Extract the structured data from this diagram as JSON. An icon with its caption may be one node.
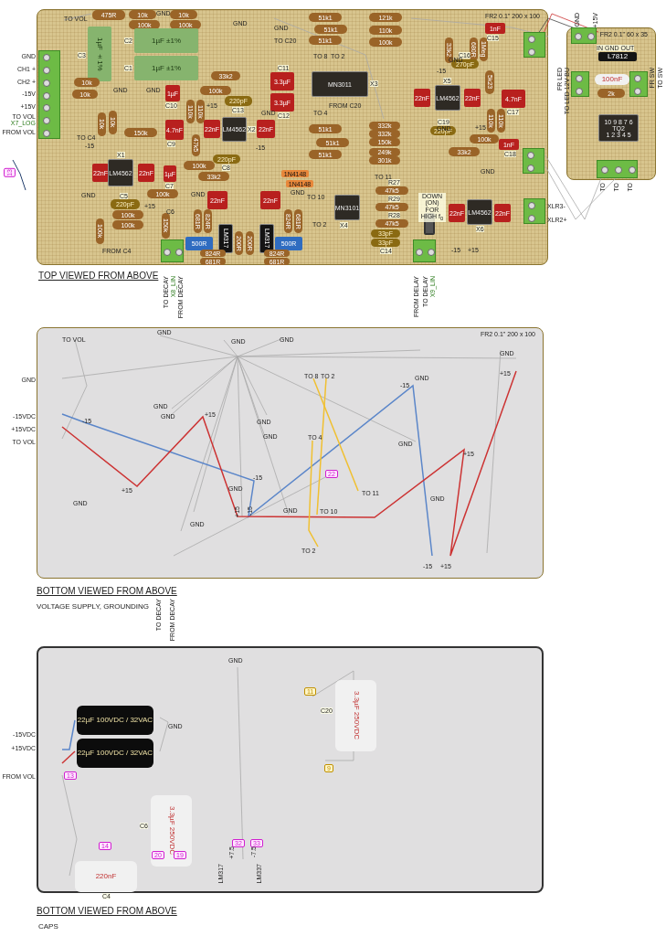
{
  "diagram": {
    "nodes": [
      {
        "text": [
          "FR2 0.1\" 200 x 100"
        ]
      },
      {
        "text": [
          "475R"
        ],
        "in": 0
      },
      {
        "text": [
          "10k"
        ],
        "in": 0
      },
      {
        "text": [
          "100k"
        ],
        "in": 0
      },
      {
        "text": [
          "10k"
        ],
        "in": 0
      },
      {
        "text": [
          "100k"
        ],
        "in": 0
      },
      {
        "text": [
          "1µF ±1%"
        ],
        "in": 0,
        "beside": [
          "C3"
        ]
      },
      {
        "text": [
          "1µF ±1%"
        ],
        "in": 0,
        "beside": [
          "C2"
        ]
      },
      {
        "text": [
          "1µF ±1%"
        ],
        "in": 0,
        "beside": [
          "C1"
        ]
      },
      {
        "text": [
          "33k2"
        ],
        "in": 0
      },
      {
        "text": [
          "1µF"
        ],
        "in": 0,
        "beside": [
          "C10"
        ]
      },
      {
        "text": [
          "100k"
        ],
        "in": 0
      },
      {
        "text": [
          "220pF"
        ],
        "in": 0,
        "beside": [
          "C13"
        ]
      },
      {
        "text": [
          "110k"
        ],
        "in": 0
      },
      {
        "text": [
          "110k"
        ],
        "in": 0
      },
      {
        "text": [
          "4.7nF"
        ],
        "in": 0,
        "beside": [
          "C9"
        ]
      },
      {
        "text": [
          "22nF"
        ],
        "in": 0
      },
      {
        "text": [
          "LM4562"
        ],
        "in": 0,
        "beside": [
          "X2"
        ]
      },
      {
        "text": [
          "22nF"
        ],
        "in": 0
      },
      {
        "text": [
          "47k5"
        ],
        "in": 0
      },
      {
        "text": [
          "3.3µF"
        ],
        "in": 0,
        "beside": [
          "C11"
        ]
      },
      {
        "text": [
          "3.3µF"
        ],
        "in": 0,
        "beside": [
          "C12"
        ]
      },
      {
        "text": [
          "MN3011"
        ],
        "in": 0,
        "beside": [
          "X3"
        ]
      },
      {
        "text": [
          "51k1"
        ],
        "in": 0
      },
      {
        "text": [
          "51k1"
        ],
        "in": 0
      },
      {
        "text": [
          "51k1"
        ],
        "in": 0
      },
      {
        "text": [
          "121k"
        ],
        "in": 0
      },
      {
        "text": [
          "110k"
        ],
        "in": 0
      },
      {
        "text": [
          "100k"
        ],
        "in": 0
      },
      {
        "text": [
          "51k1"
        ],
        "in": 0
      },
      {
        "text": [
          "332k"
        ],
        "in": 0
      },
      {
        "text": [
          "332k"
        ],
        "in": 0
      },
      {
        "text": [
          "51k1"
        ],
        "in": 0
      },
      {
        "text": [
          "150k"
        ],
        "in": 0
      },
      {
        "text": [
          "51k1"
        ],
        "in": 0
      },
      {
        "text": [
          "249k"
        ],
        "in": 0
      },
      {
        "text": [
          "301k"
        ],
        "in": 0
      },
      {
        "text": [
          "1N4148"
        ],
        "in": 0
      },
      {
        "text": [
          "1N4148"
        ],
        "in": 0
      },
      {
        "text": [
          "MN3101"
        ],
        "in": 0,
        "beside": [
          "X4"
        ]
      },
      {
        "text": [
          "47k5"
        ],
        "in": 0,
        "beside": [
          "R27"
        ]
      },
      {
        "text": [
          "47k5"
        ],
        "in": 0,
        "beside": [
          "R29"
        ]
      },
      {
        "text": [
          "47k5"
        ],
        "in": 0,
        "beside": [
          "R28"
        ]
      },
      {
        "text": [
          "33pF"
        ],
        "in": 0
      },
      {
        "text": [
          "33pF"
        ],
        "in": 0,
        "beside": [
          "C14"
        ]
      },
      {
        "text": [],
        "shape": "box",
        "in": 0,
        "beside": [
          "DOWN (ON) FOR HIGH f$_{0}$"
        ]
      },
      {
        "text": [
          "22nF"
        ],
        "in": 0
      },
      {
        "text": [
          "LM4562"
        ],
        "in": 0,
        "beside": [
          "X1"
        ]
      },
      {
        "text": [
          "22nF"
        ],
        "in": 0
      },
      {
        "text": [
          "1µF"
        ],
        "in": 0,
        "beside": [
          "C7"
        ]
      },
      {
        "text": [
          "100k"
        ],
        "in": 0
      },
      {
        "text": [
          "33k2"
        ],
        "in": 0
      },
      {
        "text": [
          "220pF"
        ],
        "in": 0,
        "beside": [
          "C8"
        ]
      },
      {
        "text": [
          "100k"
        ],
        "in": 0
      },
      {
        "text": [
          "220pF"
        ],
        "in": 0,
        "beside": [
          "C5"
        ]
      },
      {
        "text": [
          "100k"
        ],
        "in": 0
      },
      {
        "text": [
          "100k"
        ],
        "in": 0
      },
      {
        "text": [
          "100k"
        ],
        "in": 0
      },
      {
        "text": [
          "150k"
        ],
        "in": 0
      },
      {
        "text": [
          "10k"
        ],
        "in": 0
      },
      {
        "text": [
          "10k"
        ],
        "in": 0
      },
      {
        "text": [
          "10k"
        ],
        "in": 0
      },
      {
        "text": [
          "10k"
        ],
        "in": 0
      },
      {
        "text": [
          "150k"
        ],
        "in": 0
      },
      {
        "text": [
          "22nF"
        ],
        "in": 0
      },
      {
        "text": [
          "22nF"
        ],
        "in": 0
      },
      {
        "text": [
          "681R"
        ],
        "in": 0
      },
      {
        "text": [
          "824R"
        ],
        "in": 0
      },
      {
        "text": [
          "LM317"
        ],
        "in": 0
      },
      {
        "text": [
          "200R"
        ],
        "in": 0
      },
      {
        "text": [
          "200R"
        ],
        "in": 0
      },
      {
        "text": [
          "LM317"
        ],
        "in": 0
      },
      {
        "text": [
          "824R"
        ],
        "in": 0
      },
      {
        "text": [
          "681R"
        ],
        "in": 0
      },
      {
        "text": [
          "500R"
        ],
        "in": 0
      },
      {
        "text": [
          "500R"
        ],
        "in": 0
      },
      {
        "text": [
          "824R"
        ],
        "in": 0
      },
      {
        "text": [
          "681R"
        ],
        "in": 0
      },
      {
        "text": [
          "824R"
        ],
        "in": 0
      },
      {
        "text": [
          "681R"
        ],
        "in": 0
      },
      {
        "text": [
          "LM4562"
        ],
        "in": 0,
        "beside": [
          "X5"
        ]
      },
      {
        "text": [
          "22nF"
        ],
        "in": 0
      },
      {
        "text": [
          "22nF"
        ],
        "in": 0
      },
      {
        "text": [
          "33k2"
        ],
        "in": 0
      },
      {
        "text": [
          "680R"
        ],
        "in": 0
      },
      {
        "text": [
          "1Meg"
        ],
        "in": 0
      },
      {
        "text": [
          "270pF"
        ],
        "in": 0,
        "beside": [
          "C16"
        ]
      },
      {
        "text": [
          "1nF"
        ],
        "in": 0,
        "beside": [
          "C15"
        ]
      },
      {
        "text": [
          "5k23"
        ],
        "in": 0
      },
      {
        "text": [
          "4.7nF"
        ],
        "in": 0,
        "beside": [
          "C17"
        ]
      },
      {
        "text": [
          "110k"
        ],
        "in": 0
      },
      {
        "text": [
          "110k"
        ],
        "in": 0
      },
      {
        "text": [
          "220pF"
        ],
        "in": 0,
        "beside": [
          "C19"
        ]
      },
      {
        "text": [
          "100k"
        ],
        "in": 0
      },
      {
        "text": [
          "1nF"
        ],
        "in": 0,
        "beside": [
          "C18"
        ]
      },
      {
        "text": [
          "33k2"
        ],
        "in": 0
      },
      {
        "text": [
          "LM4562"
        ],
        "in": 0,
        "beside": [
          "X6"
        ]
      },
      {
        "text": [
          "22nF"
        ],
        "in": 0
      },
      {
        "text": [
          "22nF"
        ],
        "in": 0
      },
      {
        "text": [
          "FR2 0.1\" 60 x 35"
        ]
      },
      {
        "text": [
          "L7812"
        ],
        "in": 99,
        "beside": [
          "IN GND OUT"
        ]
      },
      {
        "text": [
          "100nF"
        ],
        "in": 99
      },
      {
        "text": [
          "2k"
        ],
        "in": 99
      },
      {
        "text": [
          "10 9 8 7 6",
          "TQ2",
          "1 2 3 4 5"
        ],
        "in": 99
      },
      {
        "text": [
          "FR2 0.1\" 200 x 100"
        ]
      },
      {
        "text": [],
        "shape": "box"
      },
      {
        "text": [
          "22µF 100VDC / 32VAC"
        ],
        "in": 105
      },
      {
        "text": [
          "22µF 100VDC / 32VAC"
        ],
        "in": 105
      },
      {
        "text": [
          "3.3µF 250VDC"
        ],
        "in": 105,
        "beside": [
          "C20"
        ]
      },
      {
        "text": [
          "3.3µF 250VDC"
        ],
        "in": 105,
        "beside": [
          "C6"
        ]
      },
      {
        "text": [
          "220nF"
        ],
        "in": 105,
        "beside": [
          "C4"
        ]
      }
    ],
    "labels": [
      "TO VOL",
      "GND",
      "CH1 +",
      "CH2 +",
      "-15V",
      "+15V",
      "TO VOL",
      "X7_LOG",
      "FROM VOL",
      "TO C4",
      "GND",
      "GND",
      "GND",
      "TO C20",
      "TO 8",
      "TO 2",
      "FROM C20",
      "TO 4",
      "GND",
      "GND",
      "-15",
      "+15",
      "-15",
      "GND",
      "GND",
      "+15",
      "GND",
      "GND",
      "TO 10",
      "TO 2",
      "TO 11",
      "FROM C4",
      "C6",
      "GND",
      "-15",
      "GND",
      "+15",
      "GND",
      "-15",
      "+15",
      "XLR3-",
      "XLR2+",
      "TO DECAY",
      "X8_LIN",
      "FROM DECAY",
      "FROM DELAY",
      "TO DELAY",
      "X9_LIN",
      "TOP VIEWED FROM ABOVE",
      "13",
      "GND",
      "+15V",
      "FR LED",
      "TO LED 12V BU",
      "FR SW",
      "TO SW",
      "TO",
      "TO",
      "TO",
      "TO VOL",
      "GND",
      "GND",
      "GND",
      "GND",
      "-15VDC",
      "+15VDC",
      "TO VOL",
      "-15",
      "GND",
      "GND",
      "+15",
      "+15",
      "GND",
      "GND",
      "GND",
      "-15",
      "GND",
      "+15",
      "-15",
      "GND",
      "GND",
      "TO 8",
      "TO 2",
      "TO 4",
      "TO 10",
      "TO 11",
      "TO 2",
      "22",
      "-15",
      "GND",
      "GND",
      "+15",
      "GND",
      "-15",
      "+15",
      "GND",
      "+15",
      "BOTTOM VIEWED FROM ABOVE",
      "VOLTAGE SUPPLY, GROUNDING",
      "TO DECAY",
      "FROM DECAY",
      "GND",
      "-15VDC",
      "+15VDC",
      "FROM VOL",
      "13",
      "GND",
      "11",
      "9",
      "14",
      "20",
      "19",
      "32",
      "33",
      "+7.5",
      "-7.5",
      "LM317",
      "LM337",
      "BOTTOM VIEWED FROM ABOVE",
      "CAPS"
    ]
  }
}
